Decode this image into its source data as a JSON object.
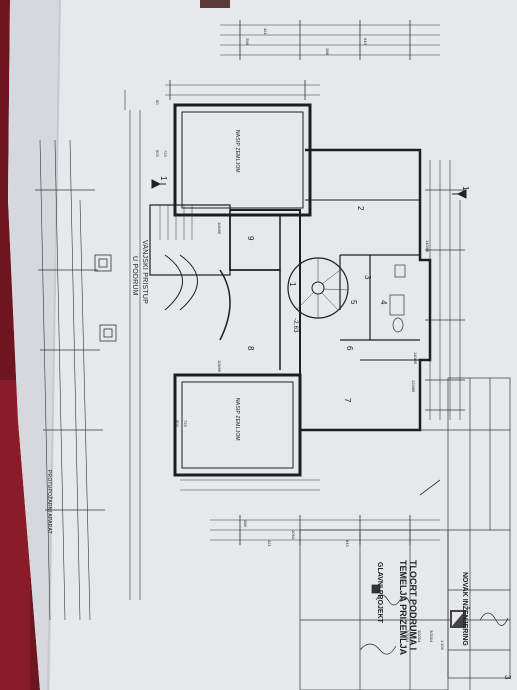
{
  "company": "NOVAK INŽENJERING",
  "project_type": "GLAVNI PROJEKT",
  "sheet_title_line1": "TLOCRT PODRUMA I",
  "sheet_title_line2": "TEMELJA PRIZEMLJA",
  "sheet_number": "3",
  "scale": "1:100",
  "dates": [
    "3/2004",
    "3/2004",
    "3/2004"
  ],
  "rooms": {
    "storage_top": "NASIP ZEMLJOM",
    "storage_bottom": "NASIP ZEMLJOM",
    "outside_access": [
      "VANJSKI PRISTUP",
      "U PODRUM"
    ],
    "fire_extinguisher": "PROTUPOŽARNI APARAT"
  },
  "room_numbers": [
    "1",
    "2",
    "3",
    "4",
    "5",
    "6",
    "7",
    "8",
    "9"
  ],
  "elevation": "-2.63",
  "section_marks": [
    "1",
    "1"
  ],
  "dimensions_top": [
    "723",
    "603",
    "60"
  ],
  "dimensions_bottom": [
    "723",
    "603"
  ],
  "dimensions_right": [
    "1064",
    "421",
    "643",
    "288"
  ],
  "dimensions_far_top": [
    "421",
    "298",
    "643",
    "288"
  ],
  "door_labels": [
    "140/85",
    "120/85",
    "140/85",
    "115/85",
    "115/85"
  ],
  "colors": {
    "paper": "#e8ebee",
    "line": "#2a2a2a",
    "cloth": "#7a1a24"
  }
}
